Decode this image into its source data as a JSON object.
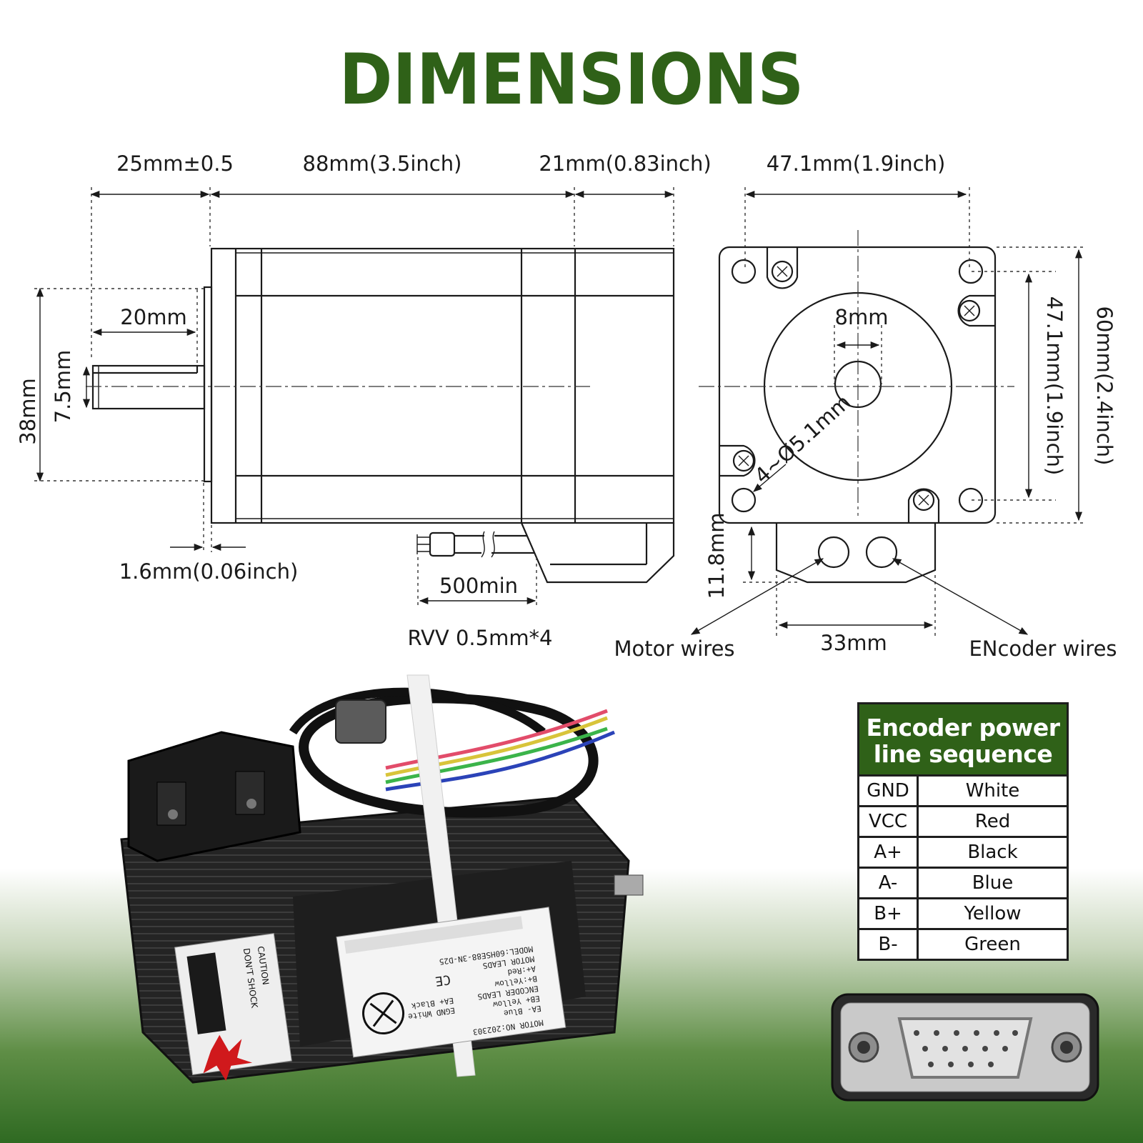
{
  "title": "DIMENSIONS",
  "side_view": {
    "shaft_length": "25mm±0.5",
    "body_length": "88mm(3.5inch)",
    "encoder_length": "21mm(0.83inch)",
    "flat_length": "20mm",
    "boss_diameter": "38mm",
    "flat_width": "7.5mm",
    "flange_thickness": "1.6mm(0.06inch)",
    "cable_length": "500min",
    "cable_spec": "RVV 0.5mm*4"
  },
  "front_view": {
    "width": "47.1mm(1.9inch)",
    "hole_spacing": "47.1mm(1.9inch)",
    "height": "60mm(2.4inch)",
    "shaft_diameter": "8mm",
    "mount_holes": "4~Ø5.1mm",
    "connector_height": "11.8mm",
    "connector_width": "33mm",
    "motor_wires": "Motor wires",
    "encoder_wires": "ENcoder wires"
  },
  "encoder_table": {
    "heading_line1": "Encoder power",
    "heading_line2": "line sequence",
    "rows": [
      {
        "pin": "GND",
        "color": "White"
      },
      {
        "pin": "VCC",
        "color": "Red"
      },
      {
        "pin": "A+",
        "color": "Black"
      },
      {
        "pin": "A-",
        "color": "Blue"
      },
      {
        "pin": "B+",
        "color": "Yellow"
      },
      {
        "pin": "B-",
        "color": "Green"
      }
    ]
  },
  "product_label": {
    "caution": "CAUTION",
    "dont_shock": "DON'T SHOCK",
    "model": "MODEL:60HSE88-3N-D25",
    "motor_leads": "MOTOR LEADS",
    "a_plus": "A+:Red",
    "b_plus": "B+:Yellow",
    "encoder_leads": "ENCODER LEADS",
    "eb_plus": "EB+ Yellow",
    "ea_minus": "EA- Blue",
    "ea_plus": "EA+ Black",
    "egnd": "EGND White",
    "serial": "MOTOR NO:202303",
    "ce": "CE"
  },
  "colors": {
    "title_green": "#2f6118",
    "table_header_green": "#2f6118",
    "background_bottom_green": "#2f6a22"
  }
}
